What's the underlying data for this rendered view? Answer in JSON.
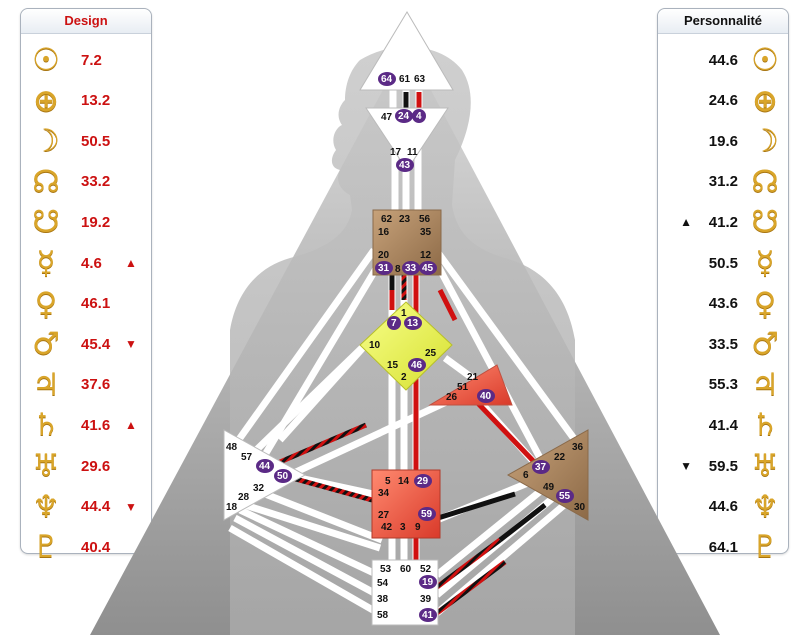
{
  "design": {
    "title": "Design",
    "rows": [
      {
        "icon": "sun-icon",
        "glyph": "☉",
        "value": "7.2",
        "arrow": ""
      },
      {
        "icon": "earth-icon",
        "glyph": "⊕",
        "value": "13.2",
        "arrow": ""
      },
      {
        "icon": "moon-icon",
        "glyph": "☽",
        "value": "50.5",
        "arrow": ""
      },
      {
        "icon": "north-node-icon",
        "glyph": "☊",
        "value": "33.2",
        "arrow": ""
      },
      {
        "icon": "south-node-icon",
        "glyph": "☋",
        "value": "19.2",
        "arrow": ""
      },
      {
        "icon": "mercury-icon",
        "glyph": "☿",
        "value": "4.6",
        "arrow": "▲"
      },
      {
        "icon": "venus-icon",
        "glyph": "♀",
        "value": "46.1",
        "arrow": ""
      },
      {
        "icon": "mars-icon",
        "glyph": "♂",
        "value": "45.4",
        "arrow": "▼"
      },
      {
        "icon": "jupiter-icon",
        "glyph": "♃",
        "value": "37.6",
        "arrow": ""
      },
      {
        "icon": "saturn-icon",
        "glyph": "♄",
        "value": "41.6",
        "arrow": "▲"
      },
      {
        "icon": "uranus-icon",
        "glyph": "♅",
        "value": "29.6",
        "arrow": ""
      },
      {
        "icon": "neptune-icon",
        "glyph": "♆",
        "value": "44.4",
        "arrow": "▼"
      },
      {
        "icon": "pluto-icon",
        "glyph": "♇",
        "value": "40.4",
        "arrow": ""
      }
    ]
  },
  "personnalite": {
    "title": "Personnalité",
    "rows": [
      {
        "icon": "sun-icon",
        "glyph": "☉",
        "value": "44.6",
        "arrow": ""
      },
      {
        "icon": "earth-icon",
        "glyph": "⊕",
        "value": "24.6",
        "arrow": ""
      },
      {
        "icon": "moon-icon",
        "glyph": "☽",
        "value": "19.6",
        "arrow": ""
      },
      {
        "icon": "north-node-icon",
        "glyph": "☊",
        "value": "31.2",
        "arrow": ""
      },
      {
        "icon": "south-node-icon",
        "glyph": "☋",
        "value": "41.2",
        "arrow": "▲"
      },
      {
        "icon": "mercury-icon",
        "glyph": "☿",
        "value": "50.5",
        "arrow": ""
      },
      {
        "icon": "venus-icon",
        "glyph": "♀",
        "value": "43.6",
        "arrow": ""
      },
      {
        "icon": "mars-icon",
        "glyph": "♂",
        "value": "33.5",
        "arrow": ""
      },
      {
        "icon": "jupiter-icon",
        "glyph": "♃",
        "value": "55.3",
        "arrow": ""
      },
      {
        "icon": "saturn-icon",
        "glyph": "♄",
        "value": "41.4",
        "arrow": ""
      },
      {
        "icon": "uranus-icon",
        "glyph": "♅",
        "value": "59.5",
        "arrow": "▼"
      },
      {
        "icon": "neptune-icon",
        "glyph": "♆",
        "value": "44.6",
        "arrow": ""
      },
      {
        "icon": "pluto-icon",
        "glyph": "♇",
        "value": "64.1",
        "arrow": ""
      }
    ]
  },
  "colors": {
    "design_red": "#cc1111",
    "gold": "#d9a52a",
    "badge_purple": "#5b2a86",
    "head_center": "#ffffff",
    "ajna_center": "#ffffff",
    "throat_center": "#a07850",
    "g_center": "#e6f04a",
    "ego_center": "#e05a4a",
    "spleen_center": "#ffffff",
    "sacral_center": "#e0403a",
    "solar_plexus_center": "#a07850",
    "root_center": "#ffffff"
  },
  "gates": {
    "g64": "64",
    "g61": "61",
    "g63": "63",
    "g47": "47",
    "g24": "24",
    "g4": "4",
    "g17": "17",
    "g11": "11",
    "g43": "43",
    "g62": "62",
    "g23": "23",
    "g56": "56",
    "g16": "16",
    "g35": "35",
    "g20": "20",
    "g12": "12",
    "g31": "31",
    "g8": "8",
    "g33": "33",
    "g45": "45",
    "g1": "1",
    "g7": "7",
    "g13": "13",
    "g10": "10",
    "g25": "25",
    "g15": "15",
    "g46": "46",
    "g2": "2",
    "g21": "21",
    "g51": "51",
    "g26": "26",
    "g40": "40",
    "g48": "48",
    "g57": "57",
    "g44": "44",
    "g50": "50",
    "g32": "32",
    "g28": "28",
    "g18": "18",
    "g5": "5",
    "g14": "14",
    "g29": "29",
    "g34": "34",
    "g27": "27",
    "g59": "59",
    "g42": "42",
    "g3": "3",
    "g9": "9",
    "g36": "36",
    "g22": "22",
    "g37": "37",
    "g6": "6",
    "g49": "49",
    "g55": "55",
    "g30": "30",
    "g53": "53",
    "g60": "60",
    "g52": "52",
    "g54": "54",
    "g19": "19",
    "g38": "38",
    "g39": "39",
    "g58": "58",
    "g41": "41"
  }
}
